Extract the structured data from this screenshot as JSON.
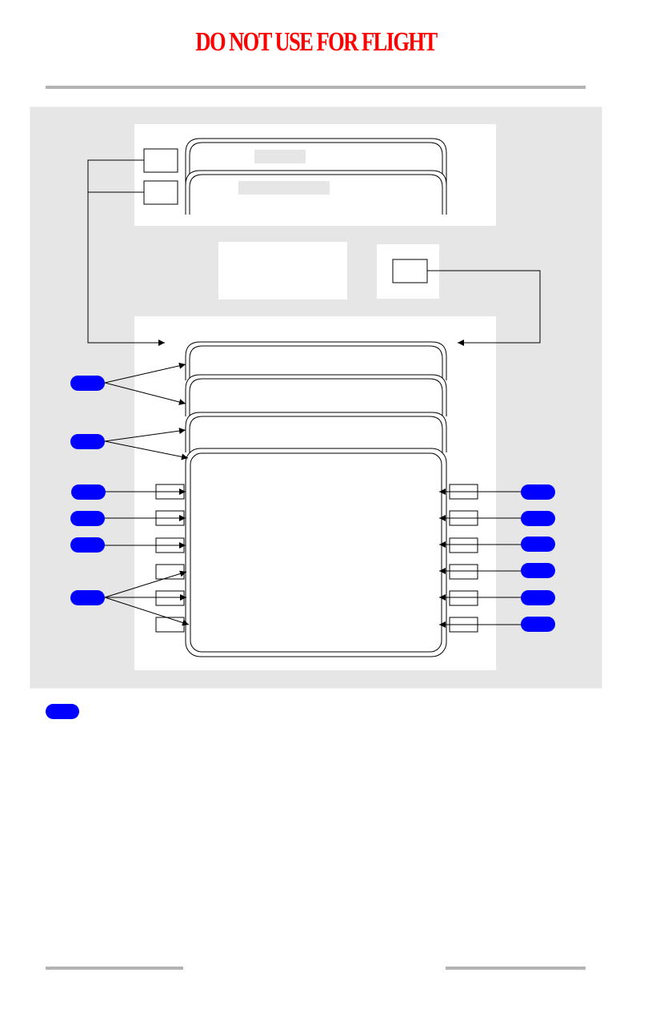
{
  "header": {
    "banner_text": "DO NOT USE FOR FLIGHT",
    "banner_color": "#ff0000"
  },
  "colors": {
    "callout": "#0000ff",
    "panel": "#e6e6e6",
    "rule": "#b3b3b3",
    "line": "#000000"
  },
  "diagram": {
    "upper_display_pages": 2,
    "lower_display_pages": 4,
    "left_line_select_keys": 6,
    "right_line_select_keys": 6,
    "left_callouts": 6,
    "right_callouts": 6,
    "legend_callouts": 1
  }
}
